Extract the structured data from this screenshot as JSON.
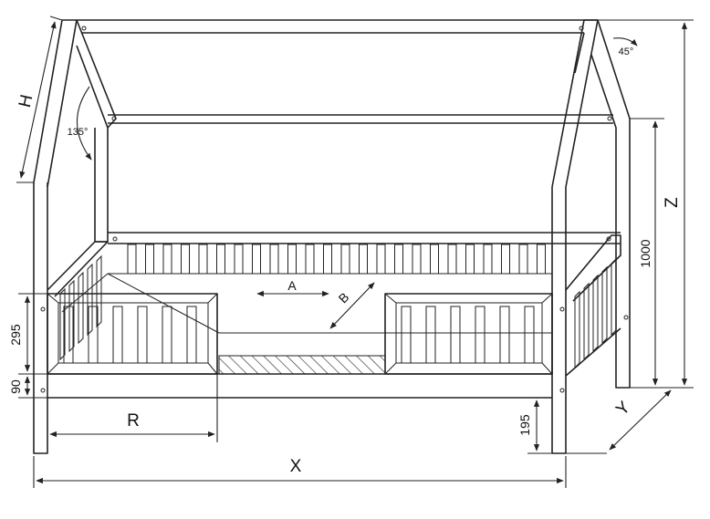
{
  "labels": {
    "h": "H",
    "z": "Z",
    "x": "X",
    "y": "Y",
    "r": "R",
    "a": "A",
    "b": "B",
    "angle_roof": "135°",
    "angle_top": "45°",
    "dim_1000": "1000",
    "dim_295": "295",
    "dim_90": "90",
    "dim_195": "195"
  }
}
